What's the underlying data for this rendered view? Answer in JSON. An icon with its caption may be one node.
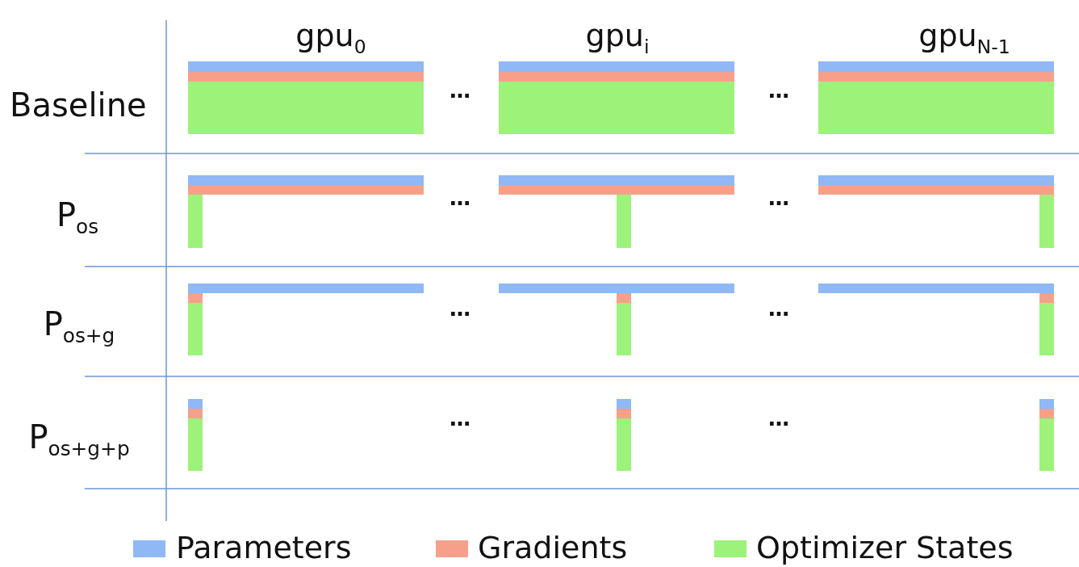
{
  "diagram": {
    "labels": [
      "gpu$_{0}$",
      "gpu$_{i}$",
      "gpu$_{N-1}$",
      "Baseline",
      "…",
      "…",
      "P$_{os}$",
      "…",
      "…",
      "P$_{os+g}$",
      "…",
      "…",
      "P$_{os+g+p}$",
      "…",
      "…"
    ],
    "legend": [
      {
        "text": "Parameters",
        "color": "#8fb8f5"
      },
      {
        "text": "Gradients",
        "color": "#f6a08c"
      },
      {
        "text": "Optimizer States",
        "color": "#9df27a"
      }
    ]
  }
}
